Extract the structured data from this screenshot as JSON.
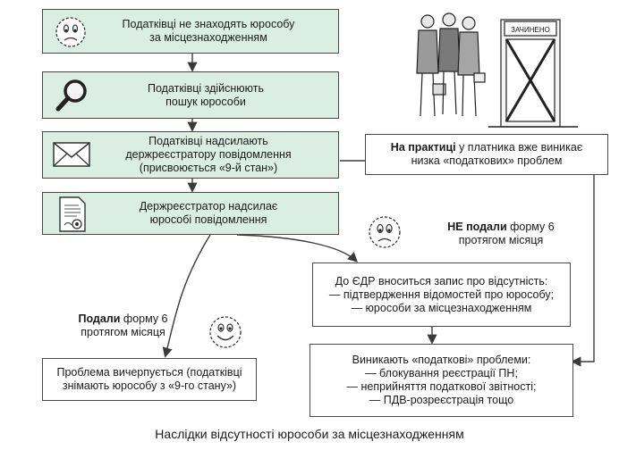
{
  "steps": [
    {
      "lines": [
        "Податківці не знаходять юрособу",
        "за місцезнаходженням"
      ]
    },
    {
      "lines": [
        "Податківці здійснюють",
        "пошук юрособи"
      ]
    },
    {
      "lines": [
        "Податківці надсилають",
        "держреєстратору повідомлення",
        "(присвоюється «9-й стан»)"
      ]
    },
    {
      "lines": [
        "Держреєстратор надсилає",
        "юрособі повідомлення"
      ]
    }
  ],
  "practice": {
    "bold": "На практиці",
    "rest1": " у платника вже виникає",
    "rest2": "низка «податкових» проблем"
  },
  "not_filed": {
    "bold": "НЕ подали",
    "rest1": " форму 6",
    "rest2": "протягом місяця"
  },
  "filed": {
    "bold": "Подали",
    "rest1": " форму 6",
    "rest2": "протягом місяця"
  },
  "edr_box": {
    "lines": [
      "До ЄДР вноситься запис про відсутність:",
      "— підтвердження відомостей про юрособу;",
      "— юрособи за місцезнаходженням"
    ]
  },
  "problems_box": {
    "lines": [
      "Виникають «податкові» проблеми:",
      "— блокування реєстрації ПН;",
      "— неприйняття податкової звітності;",
      "— ПДВ-розреєстрація тощо"
    ]
  },
  "resolved_box": {
    "lines": [
      "Проблема вичерпується (податківці",
      "знімають юрособу з «9-го стану»)"
    ]
  },
  "door_sign": "ЗАЧИНЕНО",
  "caption": "Наслідки відсутності юрособи за місцезнаходженням",
  "colors": {
    "step_fill": "#dbeee3",
    "border": "#4a4a4a"
  },
  "icons": [
    "sad-face-icon",
    "magnifier-icon",
    "envelope-icon",
    "document-stamp-icon",
    "worried-face-icon",
    "happy-face-icon",
    "closed-door-illustration"
  ]
}
